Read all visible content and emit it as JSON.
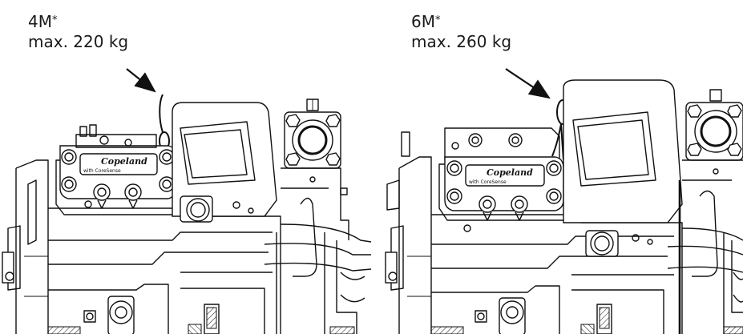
{
  "figures": [
    {
      "model": "4M",
      "mass": "max. 220 kg",
      "badge_brand": "Copeland",
      "badge_sub": "with CoreSense"
    },
    {
      "model": "6M",
      "mass": "max. 260 kg",
      "badge_brand": "Copeland",
      "badge_sub": "with CoreSense"
    }
  ],
  "footnote_mark": "*",
  "icons": [
    "lifting-eye-icon",
    "arrow-icon"
  ]
}
